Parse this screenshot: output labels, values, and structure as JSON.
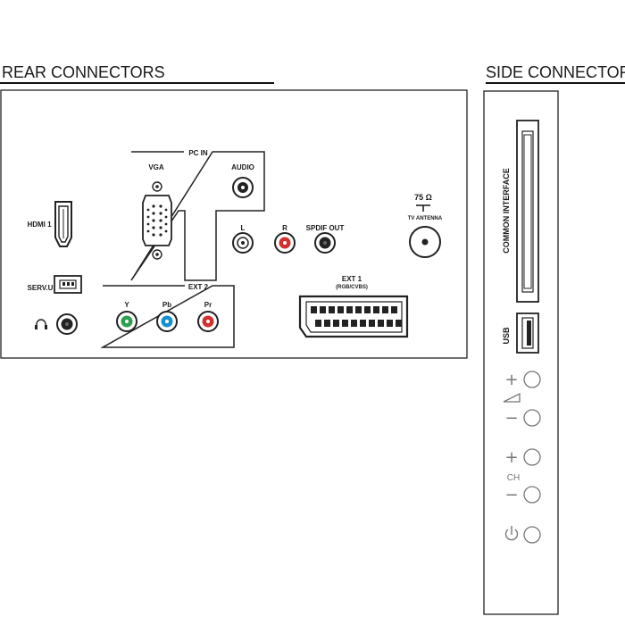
{
  "rear": {
    "title": "REAR CONNECTORS",
    "pc_in_label": "PC IN",
    "vga_label": "VGA",
    "audio_label": "AUDIO",
    "hdmi_label": "HDMI 1",
    "servu_label": "SERV.U",
    "l_label": "L",
    "r_label": "R",
    "spdif_label": "SPDIF OUT",
    "ant_value": "75 Ω",
    "ant_label": "TV ANTENNA",
    "ext2_label": "EXT 2",
    "y_label": "Y",
    "pb_label": "Pb",
    "pr_label": "Pr",
    "ext1_label": "EXT 1",
    "ext1_sub": "(RGB/CVBS)"
  },
  "side": {
    "title": "SIDE CONNECTORS",
    "ci_label": "COMMON INTERFACE",
    "usb_label": "USB",
    "vol_plus": "+",
    "vol_minus": "−",
    "ch_plus": "+",
    "ch_label": "CH",
    "ch_minus": "−",
    "power_glyph": "⏻"
  },
  "colors": {
    "y_jack": "#2e9e4f",
    "pb_jack": "#1a8fd0",
    "pr_jack": "#d32f2f",
    "r_jack": "#d32f2f"
  }
}
